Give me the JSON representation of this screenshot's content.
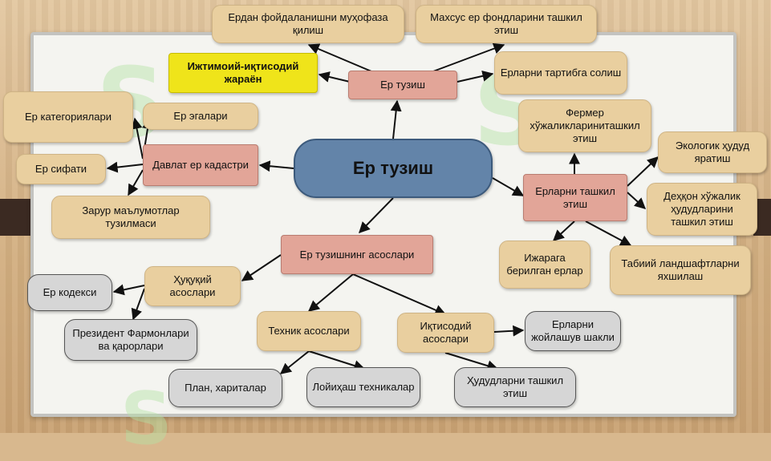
{
  "diagram": {
    "center": "Ер тузиш",
    "nodes": {
      "top_left": "Ердан фойдаланишни муҳофаза қилиш",
      "top_right": "Махсус ер фондларини ташкил этиш",
      "social": "Ижтимоий-иқтисодий жараён",
      "er_tuzish_small": "Ер тузиш",
      "order": "Ерларни тартибга солиш",
      "categories": "Ер категориялари",
      "owners": "Ер эгалари",
      "quality": "Ер сифати",
      "cadastre": "Давлат ер кадастри",
      "data_struct": "Зарур маълумотлар тузилмаси",
      "farmers": "Фермер хўжаликлариниташкил этиш",
      "organize": "Ерларни ташкил этиш",
      "ecological": "Экологик ҳудуд яратиш",
      "dehqon": "Деҳқон хўжалик ҳудудларини ташкил этиш",
      "rented": "Ижарага берилган ерлар",
      "landscape": "Табиий ландшафтларни яхшилаш",
      "basics": "Ер тузишнинг асослари",
      "legal": "Ҳуқуқий асослари",
      "code": "Ер кодекси",
      "decrees": "Президент Фармонлари ва қарорлари",
      "technical": "Техник асослари",
      "economic": "Иқтисодий асослари",
      "placement": "Ерларни жойлашув шакли",
      "plans": "План, хариталар",
      "projects": "Лойиҳаш техникалар",
      "territories": "Ҳудудларни ташкил этиш"
    }
  },
  "colors": {
    "tan": "#e9cf9f",
    "pink": "#e2a598",
    "gray": "#d6d6d6",
    "yellow": "#efe41a",
    "center": "#6384a9"
  }
}
